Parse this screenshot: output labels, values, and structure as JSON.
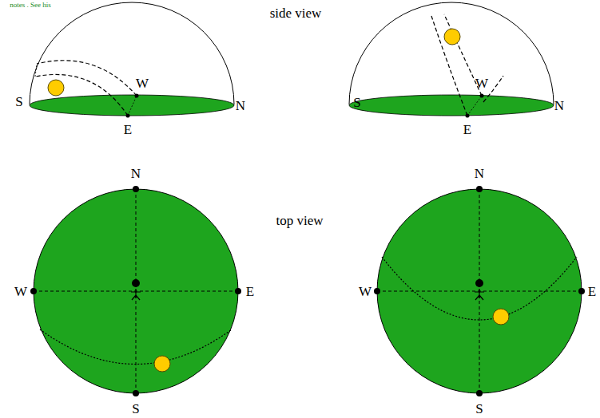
{
  "diagram": {
    "labels": [
      "notes . See his",
      "side view",
      "S",
      "W",
      "N",
      "E",
      "S",
      "W",
      "N",
      "E",
      "top view",
      "N",
      "W",
      "E",
      "S",
      "N",
      "W",
      "E",
      "S"
    ]
  }
}
